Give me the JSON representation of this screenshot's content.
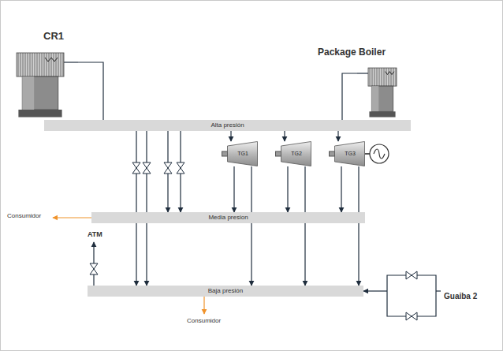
{
  "diagram": {
    "nodes": [
      {
        "text": [
          "CR1"
        ]
      },
      {
        "text": [
          "Package Boiler"
        ]
      },
      {
        "text": [
          "Alta presión"
        ]
      },
      {
        "text": [
          "TG1"
        ]
      },
      {
        "text": [
          "TG2"
        ]
      },
      {
        "text": [
          "TG3"
        ]
      },
      {
        "text": [
          "Media presion"
        ]
      },
      {
        "text": [
          "Baja presión"
        ]
      }
    ],
    "edges": [
      {
        "from": 0,
        "to": 2,
        "arrow": "none"
      },
      {
        "from": 1,
        "to": 2,
        "arrow": "none"
      },
      {
        "from": 2,
        "to": 7,
        "arrow": "to"
      },
      {
        "from": 2,
        "to": 7,
        "arrow": "to"
      },
      {
        "from": 2,
        "to": 6,
        "arrow": "to"
      },
      {
        "from": 2,
        "to": 6,
        "arrow": "to"
      },
      {
        "from": 2,
        "to": 3,
        "arrow": "to"
      },
      {
        "from": 2,
        "to": 4,
        "arrow": "to"
      },
      {
        "from": 2,
        "to": 5,
        "arrow": "to"
      },
      {
        "from": 3,
        "to": 6,
        "arrow": "to"
      },
      {
        "from": 3,
        "to": 7,
        "arrow": "to"
      },
      {
        "from": 4,
        "to": 6,
        "arrow": "to"
      },
      {
        "from": 4,
        "to": 7,
        "arrow": "to"
      },
      {
        "from": 5,
        "to": 6,
        "arrow": "to"
      },
      {
        "from": 5,
        "to": 7,
        "arrow": "to"
      }
    ],
    "labels": [
      "Consumidor",
      "ATM",
      "Consumidor",
      "Guaiba 2"
    ]
  }
}
